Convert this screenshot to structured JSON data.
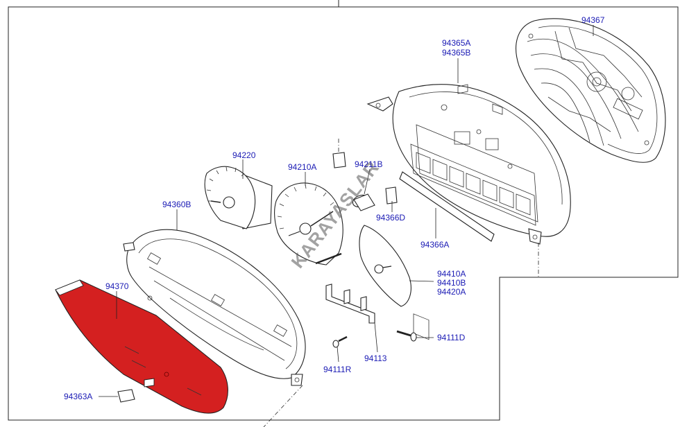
{
  "diagram": {
    "watermark": "KARAYASLAR",
    "accent_color": "#d42020",
    "callout_color": "#1a1ab4",
    "labels": {
      "l94367": "94367",
      "l94365A": "94365A",
      "l94365B": "94365B",
      "l94220": "94220",
      "l94210A": "94210A",
      "l94211B": "94211B",
      "l94360B": "94360B",
      "l94366D": "94366D",
      "l94366A": "94366A",
      "l94410A": "94410A",
      "l94410B": "94410B",
      "l94420A": "94420A",
      "l94370": "94370",
      "l94111D": "94111D",
      "l94113": "94113",
      "l94111R": "94111R",
      "l94363A": "94363A"
    }
  }
}
